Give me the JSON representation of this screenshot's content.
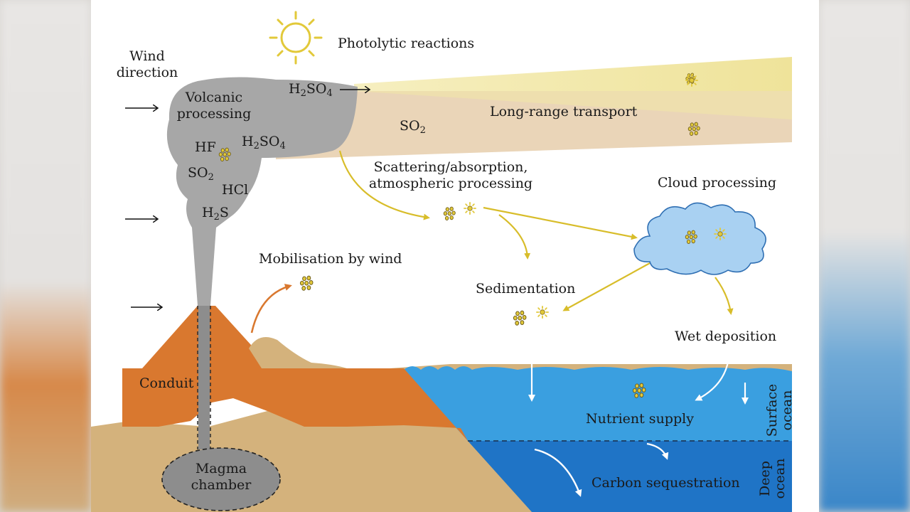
{
  "labels": {
    "photolytic": "Photolytic reactions",
    "wind_direction_1": "Wind",
    "wind_direction_2": "direction",
    "volcanic_processing_1": "Volcanic",
    "volcanic_processing_2": "processing",
    "h2so4_top_base": "H",
    "h2so4_top_sub1": "2",
    "h2so4_top_mid": "SO",
    "h2so4_top_sub2": "4",
    "long_range": "Long-range transport",
    "so2_band_base": "SO",
    "so2_band_sub": "2",
    "hf": "HF",
    "h2so4_plume_base": "H",
    "h2so4_plume_sub1": "2",
    "h2so4_plume_mid": "SO",
    "h2so4_plume_sub2": "4",
    "so2_plume_base": "SO",
    "so2_plume_sub": "2",
    "hcl": "HCl",
    "h2s_base": "H",
    "h2s_sub": "2",
    "h2s_end": "S",
    "scattering_1": "Scattering/absorption,",
    "scattering_2": "atmospheric processing",
    "cloud_processing": "Cloud processing",
    "mobilisation": "Mobilisation by wind",
    "sedimentation": "Sedimentation",
    "wet_deposition": "Wet deposition",
    "conduit": "Conduit",
    "nutrient_supply": "Nutrient supply",
    "magma_1": "Magma",
    "magma_2": "chamber",
    "carbon": "Carbon sequestration",
    "surface_ocean_1": "Surface",
    "surface_ocean_2": "ocean",
    "deep_ocean_1": "Deep",
    "deep_ocean_2": "ocean"
  },
  "colors": {
    "plume_gray": "#a7a7a7",
    "lava_orange": "#d9782f",
    "sand": "#d4b27c",
    "sky_band_yellow": "#f2e9a6",
    "sky_band_tan": "#ead5b8",
    "ocean_surface": "#3a9fe0",
    "ocean_deep": "#1f74c6",
    "cloud_blue": "#a9d1f2",
    "arrow_yellow": "#d8bd2a",
    "particle_yellow": "#e2c93a"
  },
  "icons": [
    "sun-icon",
    "particle-cluster-icon",
    "sun-particle-icon",
    "cloud-icon",
    "arrow-icon"
  ]
}
